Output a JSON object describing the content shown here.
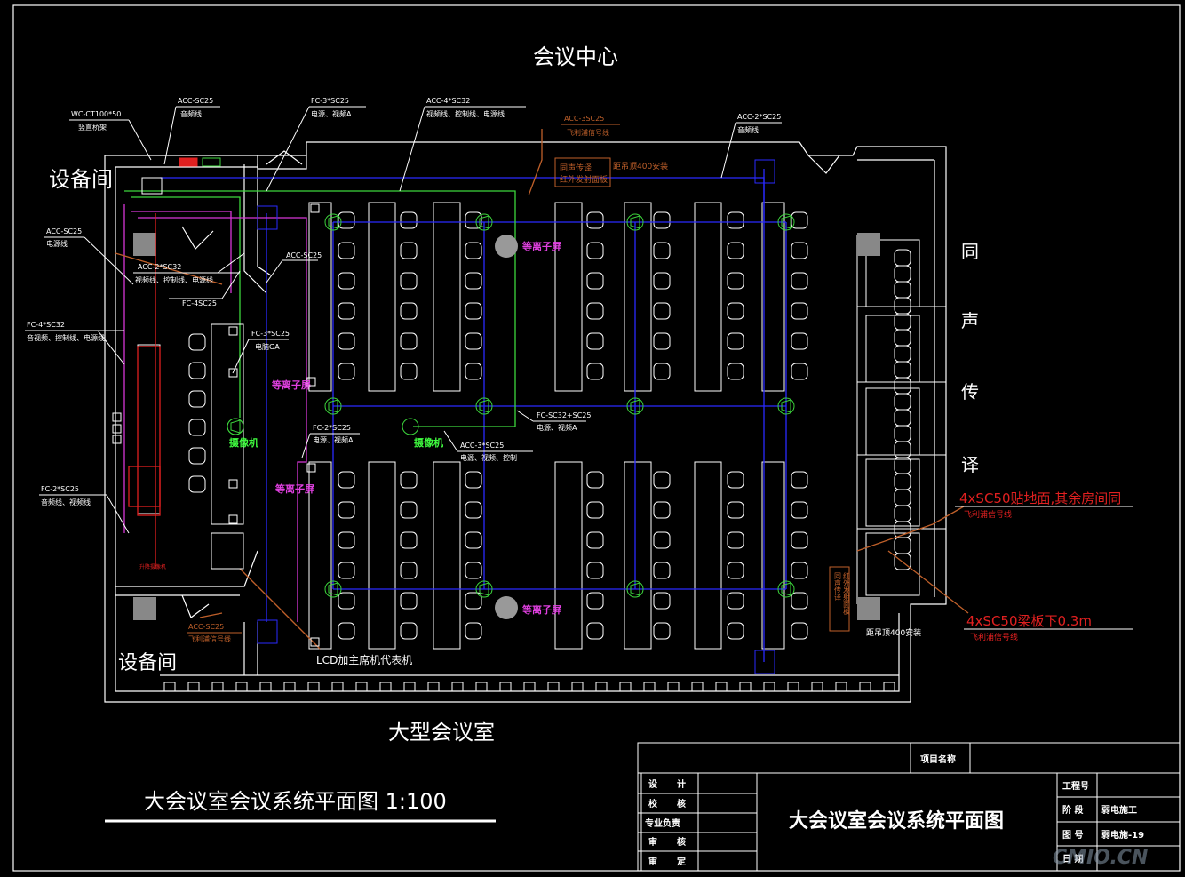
{
  "title_top": "会议中心",
  "title_bottom": "大型会议室",
  "room_labels": {
    "equipment_top": "设备间",
    "equipment_bottom": "设备间"
  },
  "interpretation_label": [
    "同",
    "声",
    "传",
    "译"
  ],
  "callouts": [
    {
      "code": "WC-CT100*50",
      "desc": "竖直桥架"
    },
    {
      "code": "ACC-SC25",
      "desc": "音频线"
    },
    {
      "code": "FC-3*SC25",
      "desc": "电源、视频A"
    },
    {
      "code": "ACC-4*SC32",
      "desc": "视频线、控制线、电源线"
    },
    {
      "code": "ACC-3SC25",
      "desc": "飞利浦信号线"
    },
    {
      "code": "ACC-2*SC25",
      "desc": "音频线"
    },
    {
      "code": "ACC-SC25",
      "desc": "电源线"
    },
    {
      "code": "ACC-2*SC32",
      "desc": "视频线、控制线、电源线"
    },
    {
      "code": "FC-4SC25",
      "desc": ""
    },
    {
      "code": "ACC-SC25",
      "desc": ""
    },
    {
      "code": "FC-4*SC32",
      "desc": "音视频、控制线、电源线"
    },
    {
      "code": "FC-3*SC25",
      "desc": "电脑GA"
    },
    {
      "code": "FC-2*SC25",
      "desc": "电源、视频A"
    },
    {
      "code": "ACC-3*SC25",
      "desc": "电源、视频、控制"
    },
    {
      "code": "FC-SC32+SC25",
      "desc": "电源、视频A"
    },
    {
      "code": "FC-2*SC25",
      "desc": "音频线、视频线"
    },
    {
      "code": "ACC-SC25",
      "desc": "飞利浦信号线"
    }
  ],
  "interp_box": {
    "line1": "同声传译",
    "line2": "红外发射面板",
    "note": "距吊顶400安装"
  },
  "interp_box_bottom": {
    "line1": "同声传译",
    "line2": "红外发射面板",
    "note": "距吊顶400安装"
  },
  "plasma_labels": [
    "等离子屏",
    "等离子屏",
    "等离子屏",
    "等离子屏"
  ],
  "camera_labels": [
    "摄像机",
    "摄像机"
  ],
  "lcd_note": "LCD加主席机代表机",
  "rack_note": "升降摄像机",
  "conduit_notes": [
    {
      "text": "4xSC50贴地面,其余房间同",
      "sub": "飞利浦信号线"
    },
    {
      "text": "4xSC50梁板下0.3m",
      "sub": "飞利浦信号线"
    }
  ],
  "main_caption": "大会议室会议系统平面图 1:100",
  "title_block": {
    "project_name_label": "项目名称",
    "left_rows": [
      {
        "l": "设",
        "r": "计"
      },
      {
        "l": "校",
        "r": "核"
      },
      {
        "l": "专业负责",
        "r": ""
      },
      {
        "l": "审",
        "r": "核"
      },
      {
        "l": "审",
        "r": "定"
      }
    ],
    "drawing_title": "大会议室会议系统平面图",
    "right_rows": [
      {
        "label": "工程号",
        "value": ""
      },
      {
        "label": "阶  段",
        "value": "弱电施工"
      },
      {
        "label": "图  号",
        "value": "弱电施-19"
      },
      {
        "label": "日  期",
        "value": ""
      }
    ]
  },
  "watermark": "CMIO.CN",
  "colors": {
    "wall": "#ffffff",
    "conduit_blue": "#2a2aff",
    "conduit_green": "#3cd63c",
    "conduit_magenta": "#d636d6",
    "conduit_red": "#e02020",
    "leader_orange": "#c0602a",
    "plasma_text": "#e040e0",
    "camera_text": "#40ff40",
    "yellow_green": "#b5d66a"
  }
}
